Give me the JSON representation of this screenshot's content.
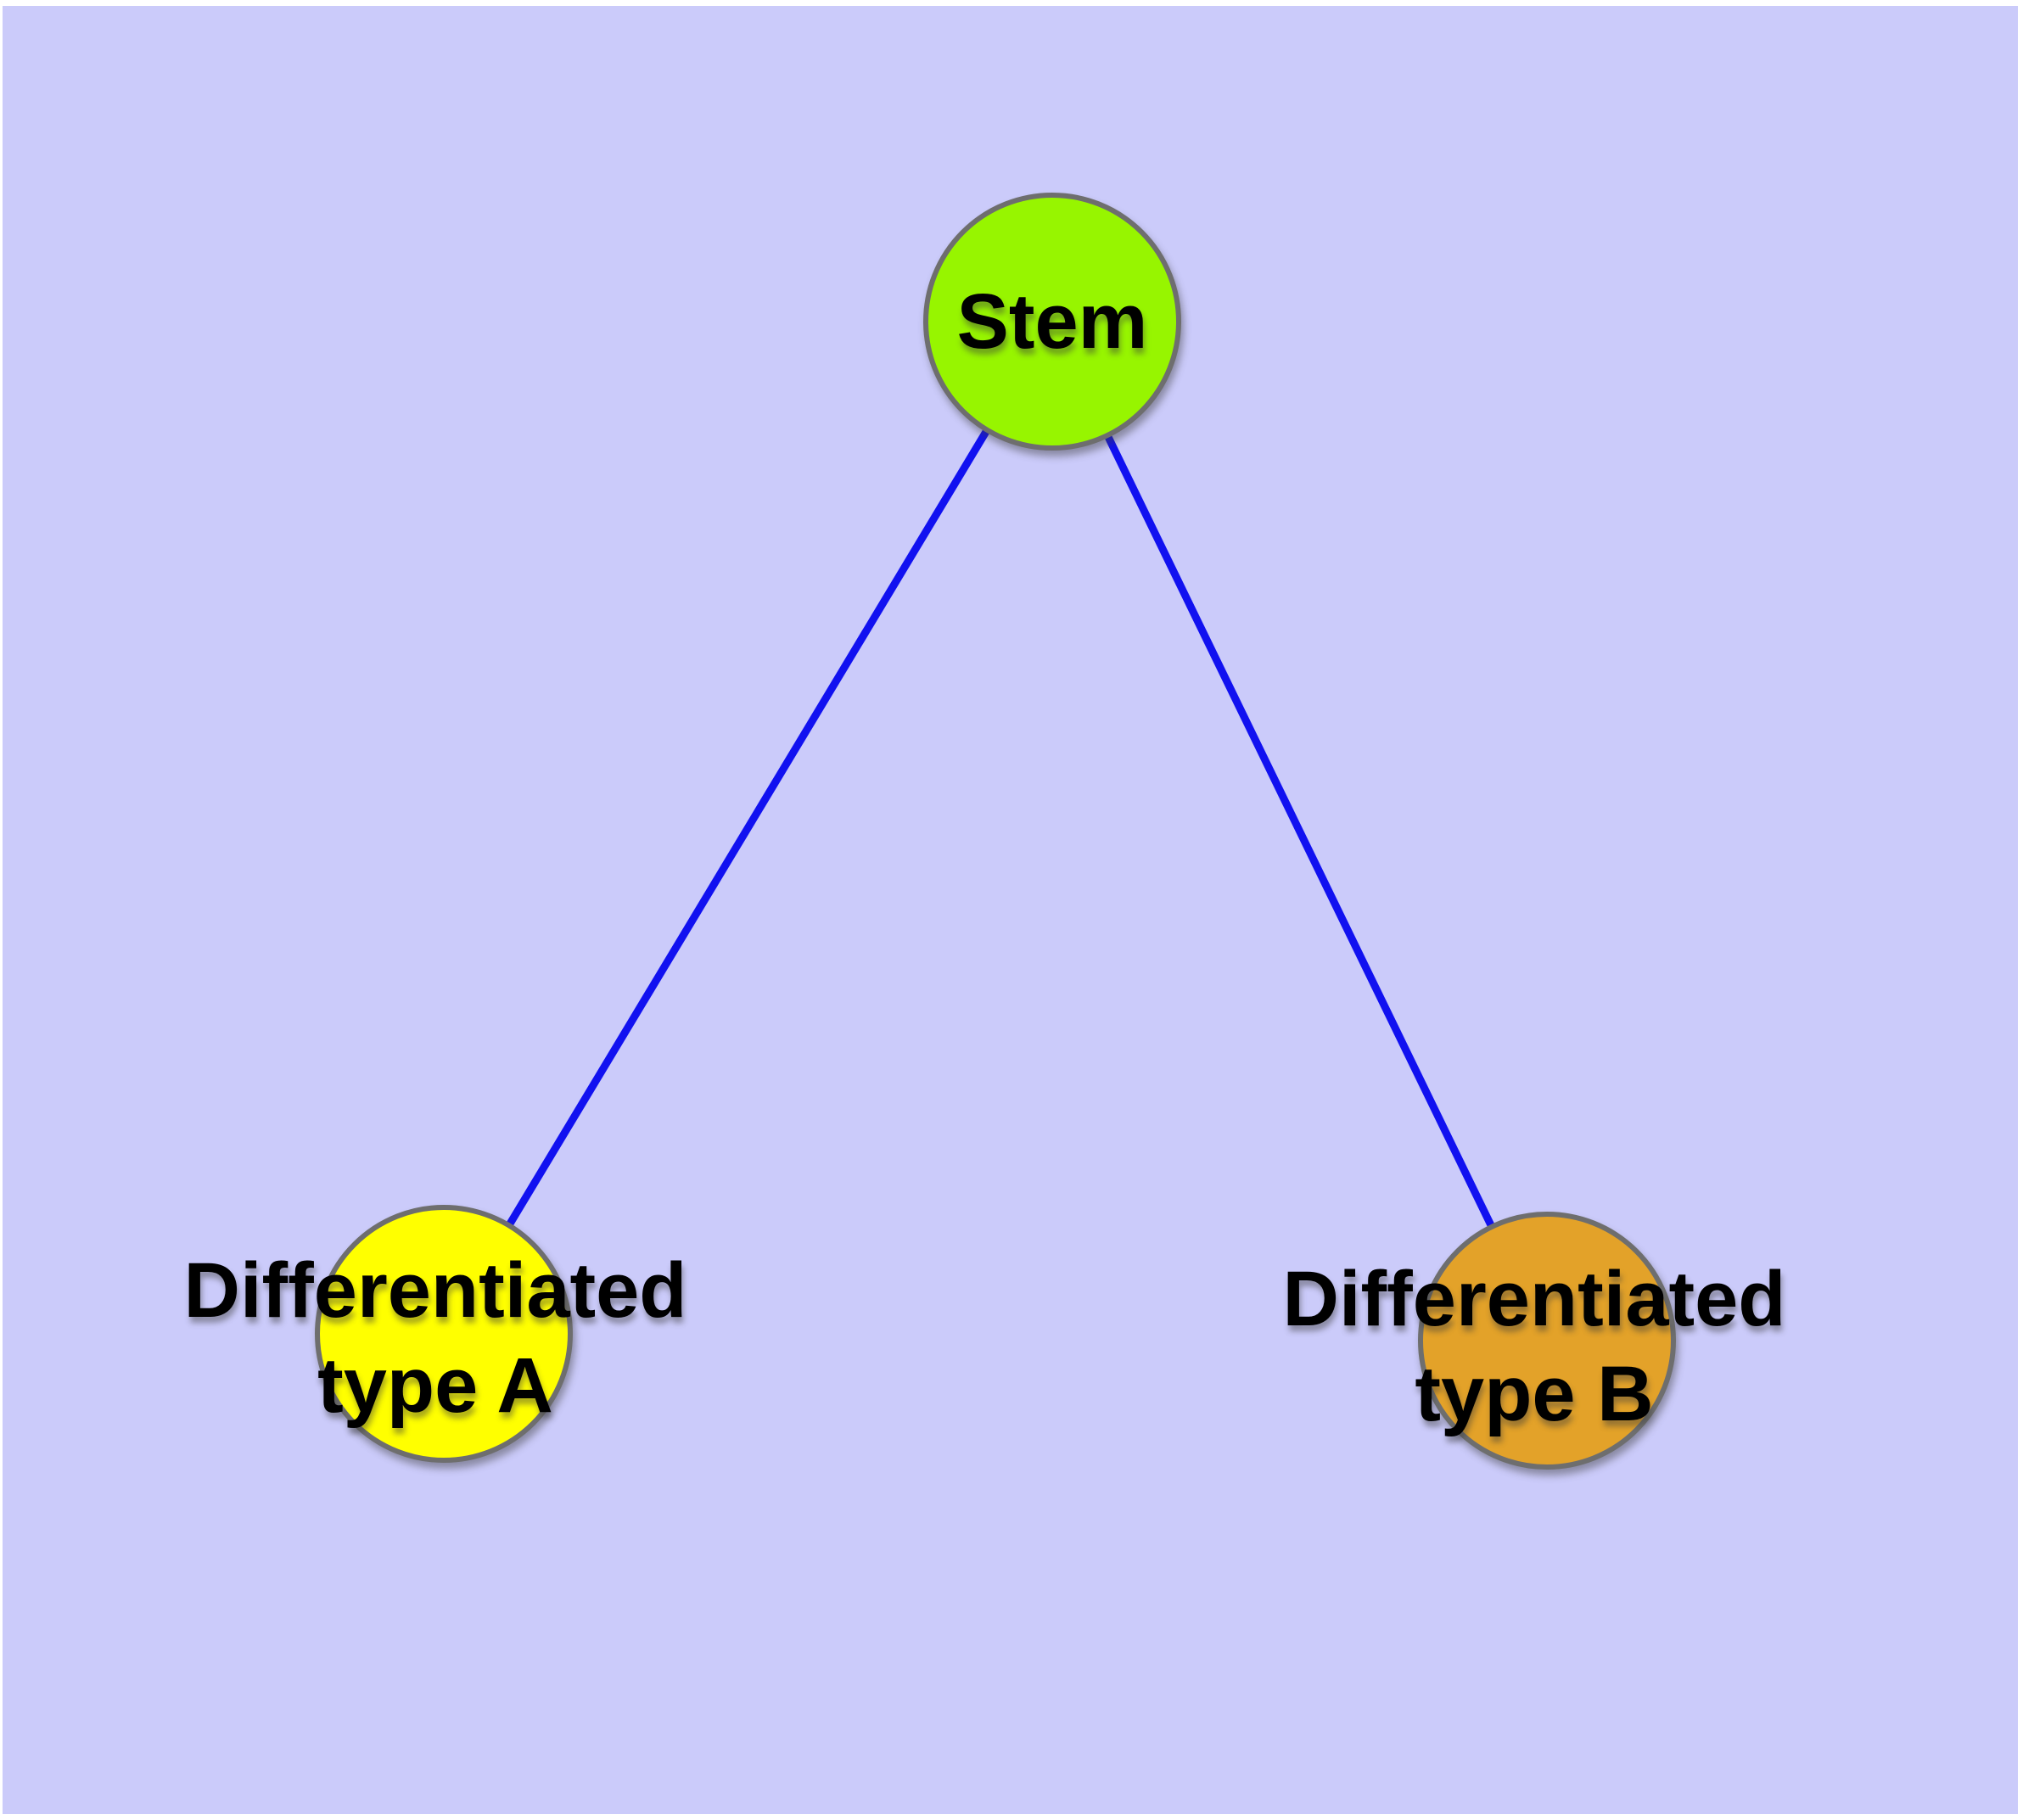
{
  "diagram": {
    "description": "Stem cell differentiation graph",
    "nodes": [
      {
        "id": "stem",
        "lines": [
          "Stem"
        ],
        "fill": "#97F500",
        "shape": "circle"
      },
      {
        "id": "typeA",
        "lines": [
          "Differentiated",
          "type A"
        ],
        "fill": "#FFFF00",
        "shape": "circle"
      },
      {
        "id": "typeB",
        "lines": [
          "Differentiated",
          "type B"
        ],
        "fill": "#E3A229",
        "shape": "circle"
      }
    ],
    "edges": [
      {
        "from": "Stem",
        "to": "Differentiated type A",
        "color": "#1111F0"
      },
      {
        "from": "Stem",
        "to": "Differentiated type B",
        "color": "#1111F0"
      }
    ],
    "colors": {
      "bg": "#CBCBFA",
      "page": "#FFFFFF",
      "edge": "#1111F0",
      "node-border": "#6E6E6E",
      "stem-fill": "#97F500",
      "typeA-fill": "#FFFF00",
      "typeB-fill": "#E3A229",
      "label": "#000000"
    }
  }
}
